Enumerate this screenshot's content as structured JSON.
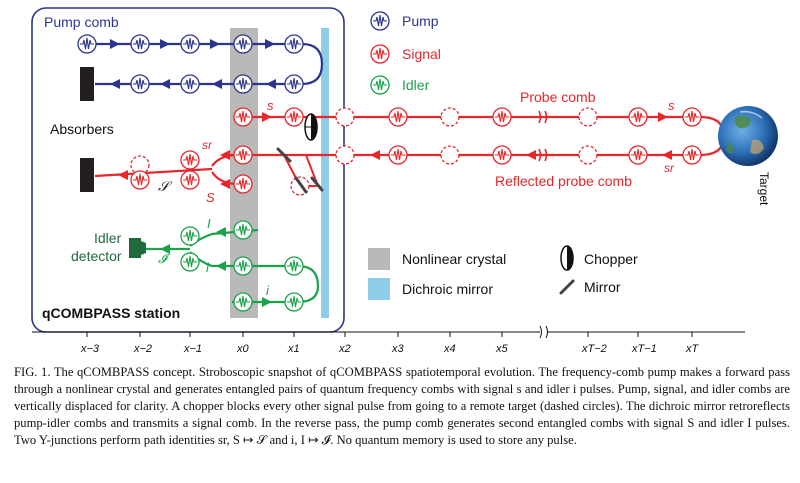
{
  "colors": {
    "pump": "#2b3590",
    "signal": "#e8262b",
    "idler": "#1aa34a",
    "crystal": "#b9b9b9",
    "mirror": "#8ecde8",
    "absorber": "#231f20",
    "detector": "#1f6b3e",
    "station_frame": "#2b3590"
  },
  "station": {
    "pump_comb_label": "Pump comb",
    "absorbers_label": "Absorbers",
    "idler_detector_line1": "Idler",
    "idler_detector_line2": "detector",
    "title": "qCOMBPASS station"
  },
  "legend": {
    "pump": "Pump",
    "signal": "Signal",
    "idler": "Idler",
    "crystal": "Nonlinear crystal",
    "dichroic": "Dichroic mirror",
    "chopper": "Chopper",
    "mirror": "Mirror"
  },
  "labels": {
    "probe_comb": "Probe comb",
    "reflected_probe_comb": "Reflected probe comb",
    "target": "Target",
    "s": "s",
    "s_r": "sr",
    "S": "S",
    "S_script": "𝒮",
    "I": "I",
    "I_script": "𝓘",
    "i": "i"
  },
  "axis_ticks": [
    "x−3",
    "x−2",
    "x−1",
    "x0",
    "x1",
    "x2",
    "x3",
    "x4",
    "x5",
    "xT−2",
    "xT−1",
    "xT"
  ],
  "caption": {
    "head": "FIG. 1.",
    "body": " The qCOMBPASS concept. Stroboscopic snapshot of qCOMBPASS spatiotemporal evolution. The frequency-comb pump makes a forward pass through a nonlinear crystal and generates entangled pairs of quantum frequency combs with signal s and idler i pulses. Pump, signal, and idler combs are vertically displaced for clarity. A chopper blocks every other signal pulse from going to a remote target (dashed circles). The dichroic mirror retroreflects pump-idler combs and transmits a signal comb. In the reverse pass, the pump comb generates second entangled combs with signal S and idler I pulses. Two Y-junctions perform path identities sr, S ↦ 𝒮 and i, I ↦ 𝓘. No quantum memory is used to store any pulse."
  }
}
